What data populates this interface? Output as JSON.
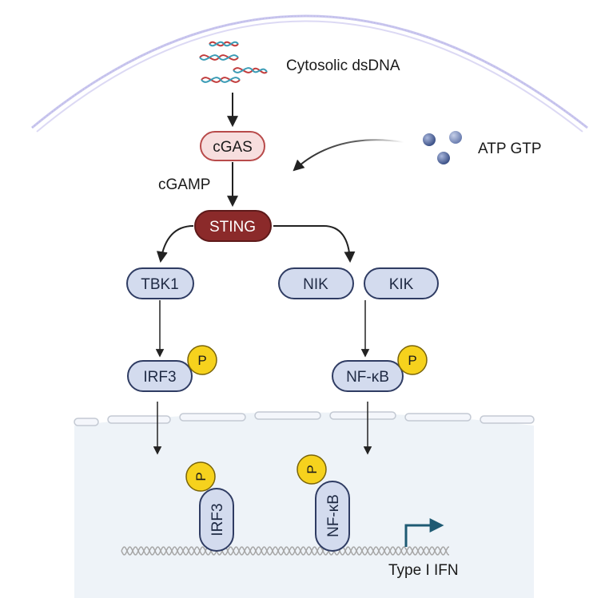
{
  "labels": {
    "dsdna": "Cytosolic dsDNA",
    "atp_gtp": "ATP GTP",
    "cgamp": "cGAMP",
    "type1_ifn": "Type I IFN"
  },
  "nodes": {
    "cgas": "cGAS",
    "sting": "STING",
    "tbk1": "TBK1",
    "nik": "NIK",
    "kik": "KIK",
    "irf3": "IRF3",
    "nfkb": "NF-κB",
    "irf3_nuclear": "IRF3",
    "nfkb_nuclear": "NF-κB"
  },
  "phospho_label": "P",
  "colors": {
    "cgas_fill": "#f7dede",
    "cgas_stroke": "#b84a4a",
    "sting_fill": "#8b2a2a",
    "node_fill": "#d3dbee",
    "node_stroke": "#2f3c63",
    "phospho_fill": "#f6d21d",
    "phospho_stroke": "#7a6408",
    "nucleus_fill": "#eef3f8",
    "membrane": "#c9c6ee",
    "dna": "#a7a7a7",
    "promoter_arrow": "#1e5a73",
    "ntp": "#4a5f93"
  }
}
